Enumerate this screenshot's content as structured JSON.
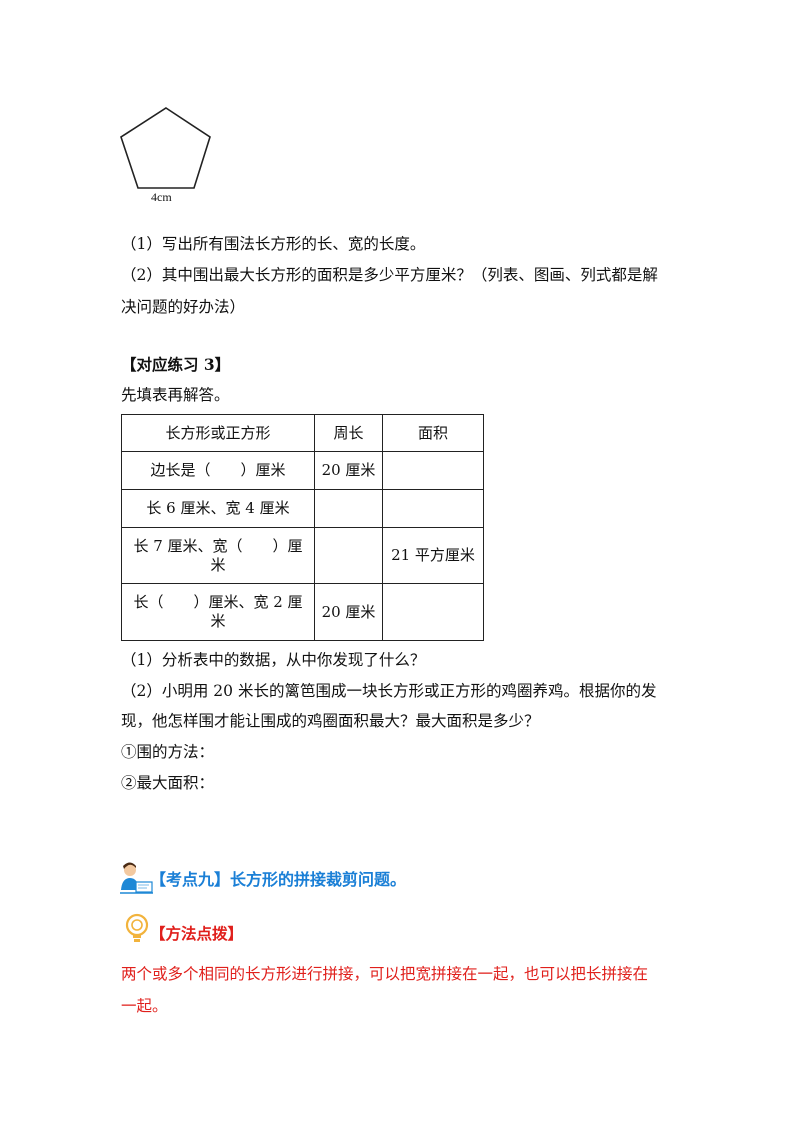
{
  "figure": {
    "label": "4cm"
  },
  "q1": "（1）写出所有围法长方形的长、宽的长度。",
  "q2_line1": "（2）其中围出最大长方形的面积是多少平方厘米？（列表、图画、列式都是解",
  "q2_line2": "决问题的好办法）",
  "exercise_title": "【对应练习 3】",
  "exercise_intro": "先填表再解答。",
  "table": {
    "headers": [
      "长方形或正方形",
      "周长",
      "面积"
    ],
    "rows": [
      {
        "shape": [
          "边长是（　　）厘米"
        ],
        "perimeter": "20 厘米",
        "area": ""
      },
      {
        "shape": [
          "长 6 厘米、宽 4 厘米"
        ],
        "perimeter": "",
        "area": ""
      },
      {
        "shape": [
          "长 7 厘米、宽（　　）厘",
          "米"
        ],
        "perimeter": "",
        "area": "21 平方厘米"
      },
      {
        "shape": [
          "长（　　）厘米、宽 2 厘",
          "米"
        ],
        "perimeter": "20 厘米",
        "area": ""
      }
    ]
  },
  "sub1": "（1）分析表中的数据，从中你发现了什么？",
  "sub2_line1": "（2）小明用 20 米长的篱笆围成一块长方形或正方形的鸡圈养鸡。根据你的发",
  "sub2_line2": "现，他怎样围才能让围成的鸡圈面积最大？最大面积是多少？",
  "ans1": "①围的方法：",
  "ans2": "②最大面积：",
  "section_title": "【考点九】长方形的拼接裁剪问题。",
  "method_title": "【方法点拨】",
  "method_line1": "两个或多个相同的长方形进行拼接，可以把宽拼接在一起，也可以把长拼接在",
  "method_line2": "一起。",
  "colors": {
    "red": "#e0201c",
    "blue": "#1a7fd6"
  },
  "icons": [
    "teacher-icon",
    "lightbulb-icon"
  ]
}
